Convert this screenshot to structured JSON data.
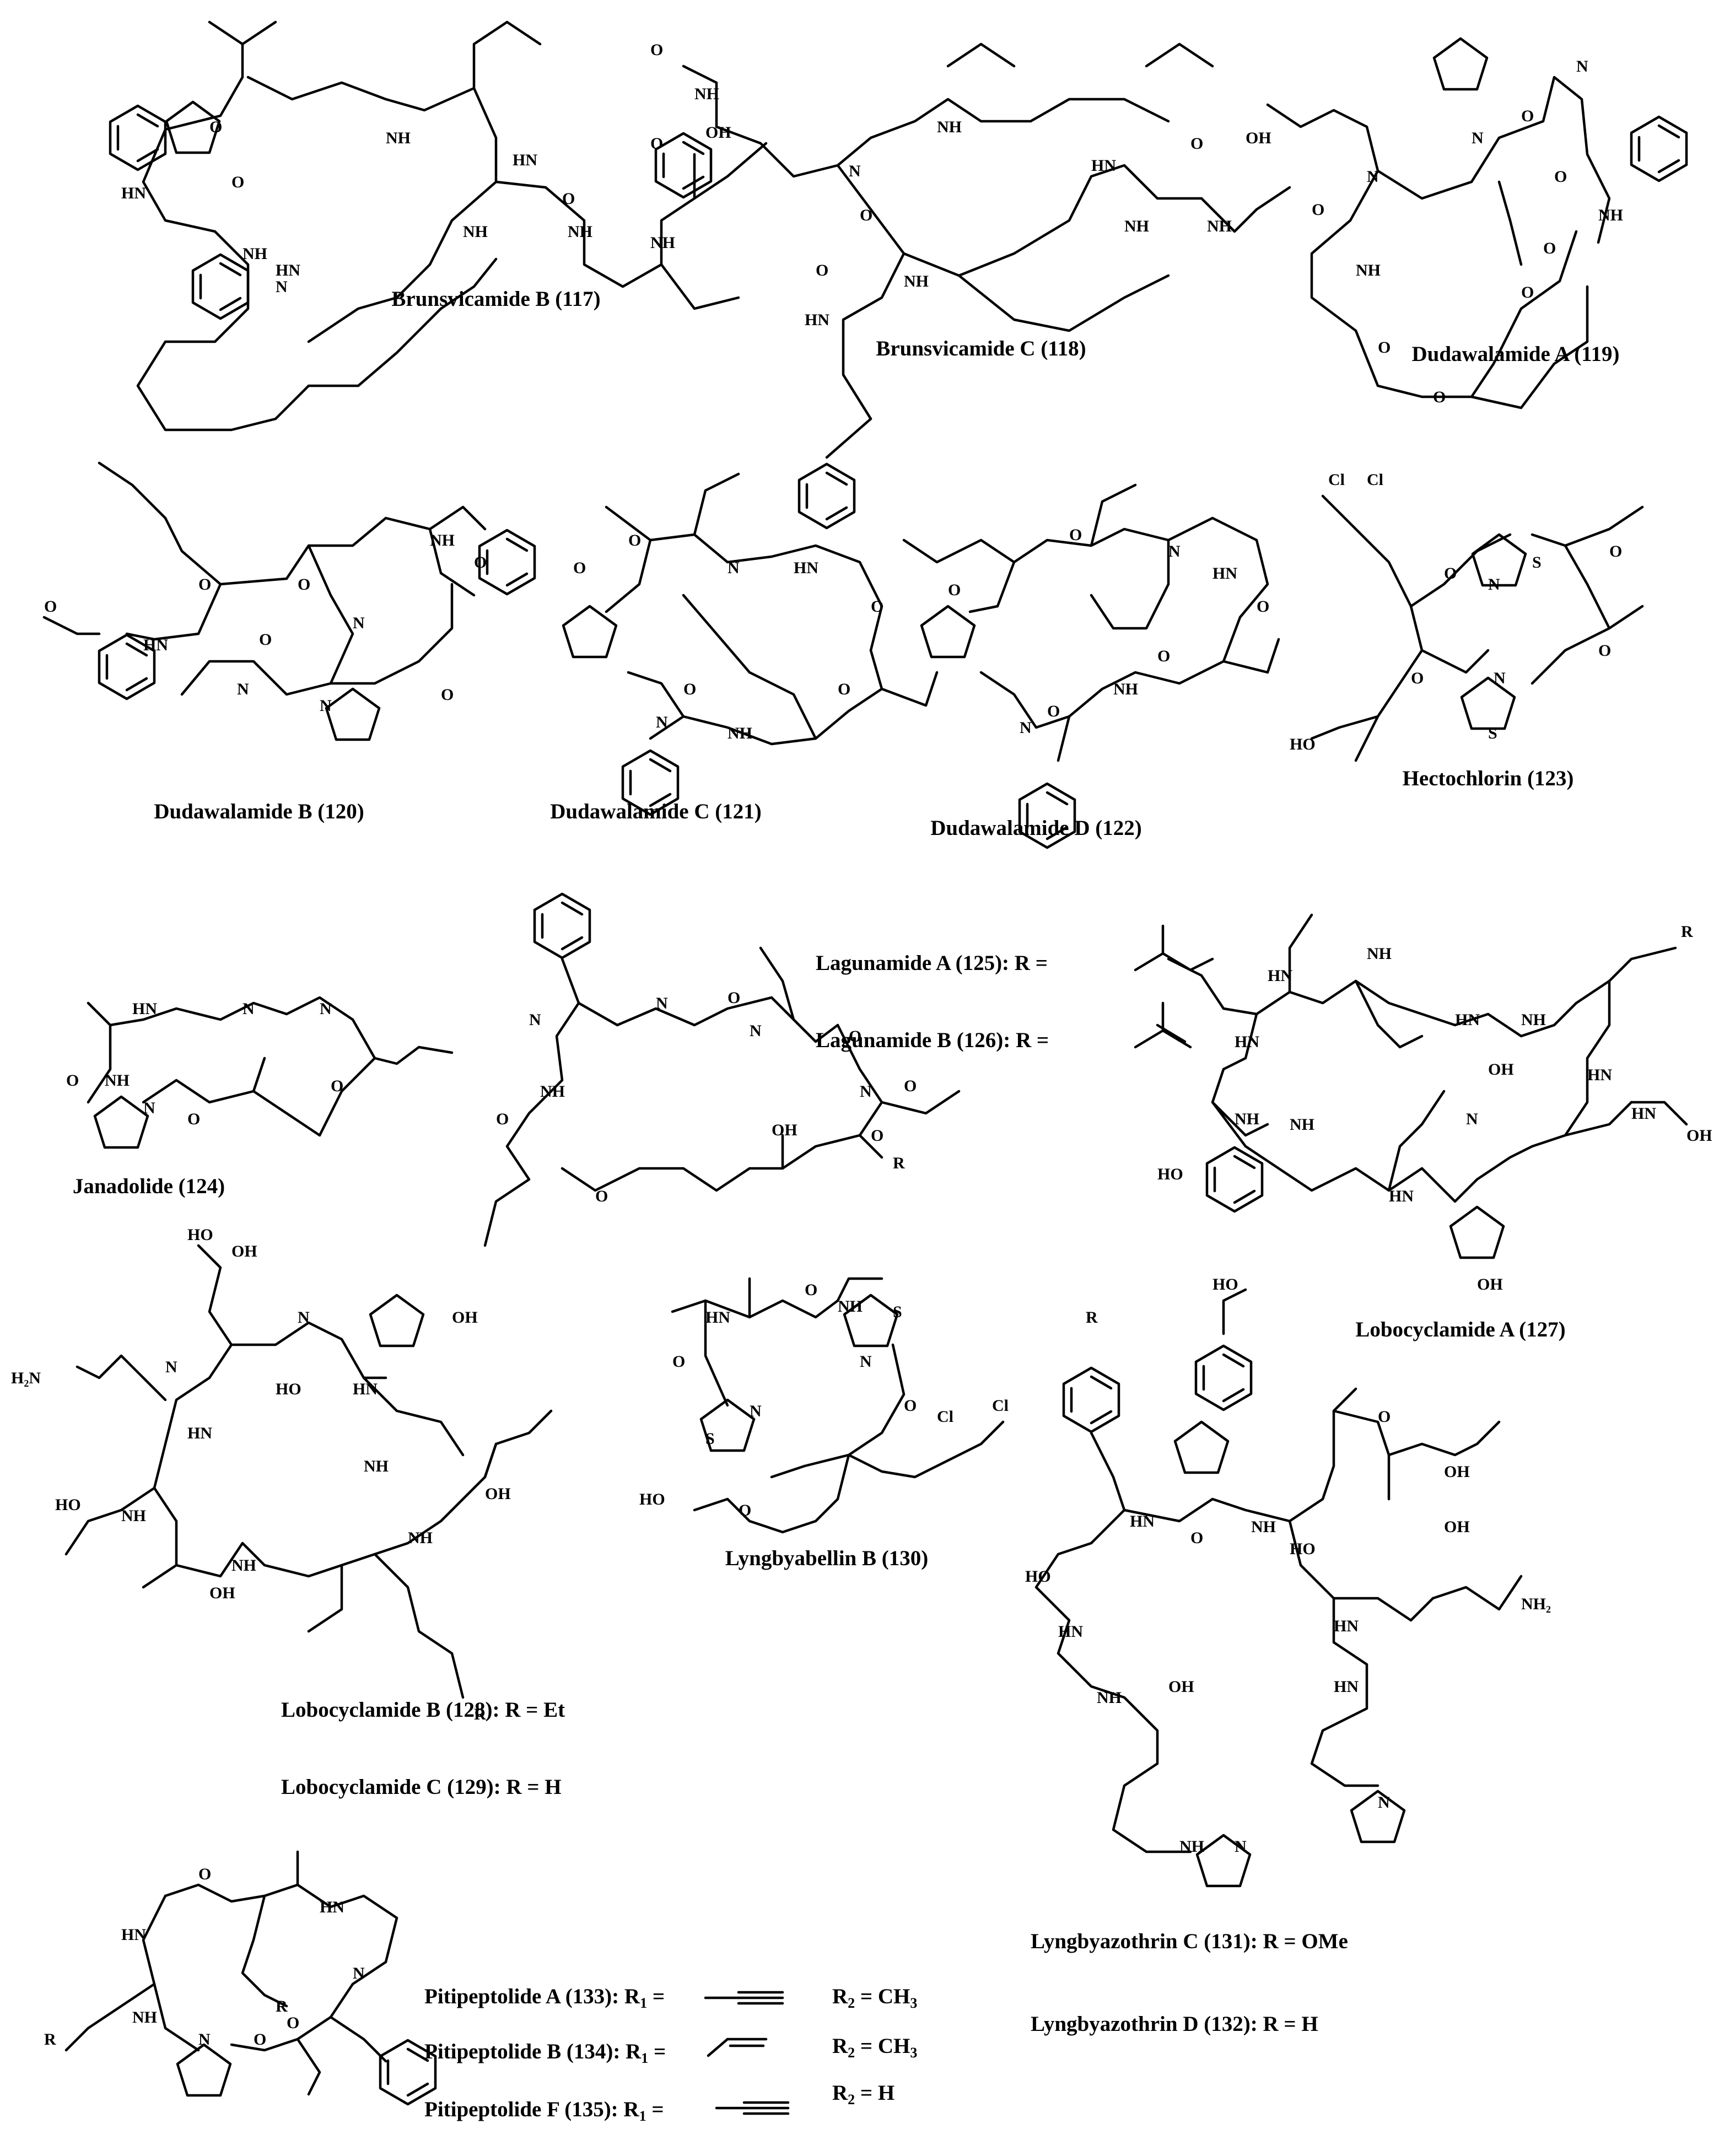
{
  "compounds": [
    {
      "name": "Brunsvicamide B (117)"
    },
    {
      "name": "Brunsvicamide C (118)"
    },
    {
      "name": "Dudawalamide A (119)"
    },
    {
      "name": "Dudawalamide B (120)"
    },
    {
      "name": "Dudawalamide C (121)"
    },
    {
      "name": "Dudawalamide D (122)"
    },
    {
      "name": "Hectochlorin (123)"
    },
    {
      "name": "Janadolide (124)"
    },
    {
      "name": "Lobocyclamide A (127)"
    },
    {
      "name": "Lyngbyabellin B (130)"
    }
  ],
  "variants": {
    "lagunamide_a": "Lagunamide A (125): R =",
    "lagunamide_b": "Lagunamide B (126): R =",
    "lobocyclamide_b": "Lobocyclamide B (128): R = Et",
    "lobocyclamide_c": "Lobocyclamide C (129): R = H",
    "lyngbyazothrin_c": "Lyngbyazothrin C (131): R = OMe",
    "lyngbyazothrin_d": "Lyngbyazothrin D (132): R = H",
    "pitipeptolide_a": "Pitipeptolide A (133): R",
    "pitipeptolide_b": "Pitipeptolide B (134): R",
    "pitipeptolide_f": "Pitipeptolide F (135): R",
    "r1_sub": "1",
    "r2_label": "R",
    "r2_sub": "2",
    "eq": " =",
    "ch3": "= CH",
    "ch3_sub": "3",
    "h": "= H"
  },
  "atom_labels": {
    "nh": "NH",
    "hn": "HN",
    "n": "N",
    "o": "O",
    "oh": "OH",
    "ho": "HO",
    "s": "S",
    "cl": "Cl",
    "r": "R",
    "h2n": "H₂N",
    "nh2": "NH₂"
  }
}
